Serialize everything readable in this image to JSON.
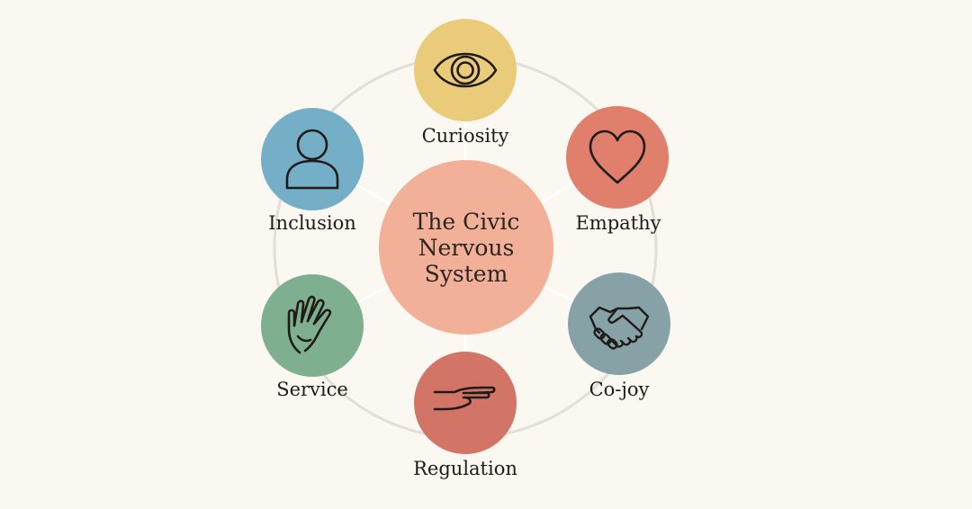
{
  "center": {
    "lines": [
      "The Civic",
      "Nervous",
      "System"
    ],
    "color": "#F2B098"
  },
  "ring_color": "#E3DED6",
  "icon_stroke": "#1F1B18",
  "nodes": [
    {
      "id": "curiosity",
      "label": "Curiosity",
      "icon": "eye-icon",
      "color": "#EACB7A"
    },
    {
      "id": "empathy",
      "label": "Empathy",
      "icon": "heart-icon",
      "color": "#E07F6C"
    },
    {
      "id": "co-joy",
      "label": "Co-joy",
      "icon": "handshake-icon",
      "color": "#87A2A6"
    },
    {
      "id": "regulation",
      "label": "Regulation",
      "icon": "open-hand-icon",
      "color": "#D27567"
    },
    {
      "id": "service",
      "label": "Service",
      "icon": "raised-hand-icon",
      "color": "#7EAF8E"
    },
    {
      "id": "inclusion",
      "label": "Inclusion",
      "icon": "person-icon",
      "color": "#74AFC7"
    }
  ]
}
